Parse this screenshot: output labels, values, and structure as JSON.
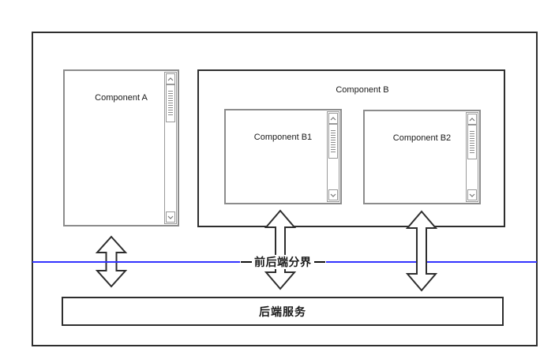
{
  "diagram": {
    "frontend": {
      "component_a": {
        "label": "Component A"
      },
      "component_b": {
        "label": "Component B"
      },
      "component_b1": {
        "label": "Component B1"
      },
      "component_b2": {
        "label": "Component B2"
      }
    },
    "boundary": {
      "label": "前后端分界"
    },
    "backend": {
      "label": "后端服务"
    }
  },
  "colors": {
    "boundary_line": "#3333ff",
    "outline_dark": "#2e2e2e",
    "outline_gray": "#8c8c8c",
    "scrollbar_border": "#999999",
    "background": "#ffffff",
    "text": "#1a1a1a"
  }
}
